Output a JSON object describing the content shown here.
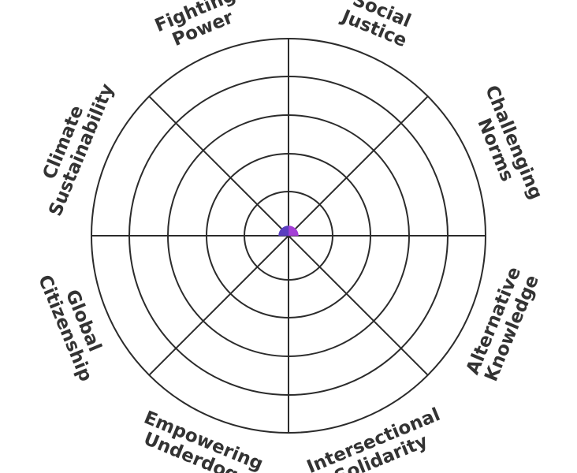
{
  "chart_data": {
    "type": "radar",
    "categories": [
      [
        "Social",
        "Justice"
      ],
      [
        "Challenging",
        "Norms"
      ],
      [
        "Alternative",
        "Knowledge"
      ],
      [
        "Intersectional",
        "Solidarity"
      ],
      [
        "Empowering",
        "Underdogs"
      ],
      [
        "Global",
        "Citizenship"
      ],
      [
        "Climate",
        "Sustainability"
      ],
      [
        "Fighting",
        "Power"
      ]
    ],
    "rings": 5,
    "values": [
      0.05,
      0.05,
      0.0,
      0.0,
      0.0,
      0.0,
      0.05,
      0.05
    ],
    "title": "",
    "grid": true
  },
  "colors": {
    "grid": "#2b2b2b",
    "label": "#333333",
    "marker_left": "#5a3fc0",
    "marker_right": "#a43fd6"
  }
}
